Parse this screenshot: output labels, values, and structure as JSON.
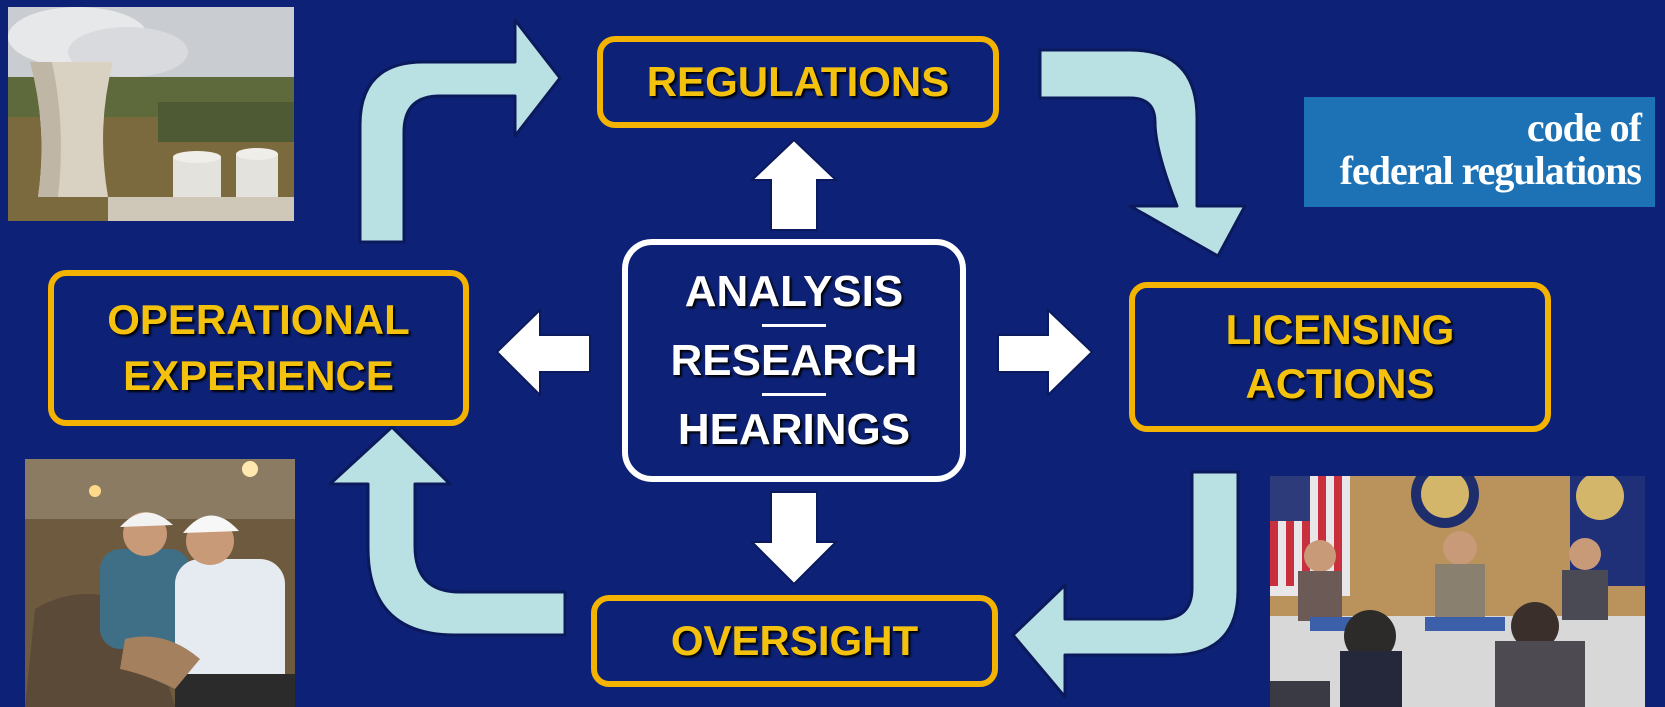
{
  "diagram": {
    "nodes": {
      "regulations": "REGULATIONS",
      "licensing": [
        "LICENSING",
        "ACTIONS"
      ],
      "oversight": "OVERSIGHT",
      "operational": [
        "OPERATIONAL",
        "EXPERIENCE"
      ],
      "center": [
        "ANALYSIS",
        "RESEARCH",
        "HEARINGS"
      ]
    },
    "cycle_order": [
      "REGULATIONS",
      "LICENSING ACTIONS",
      "OVERSIGHT",
      "OPERATIONAL EXPERIENCE"
    ]
  },
  "logo": {
    "line1": "code of",
    "line2": "federal regulations"
  },
  "colors": {
    "background": "#0d2276",
    "box_border": "#f4b300",
    "box_text": "#f4c20d",
    "cycle_arrow": "#b9e0e3",
    "center_border": "#ffffff",
    "logo_background": "#1d72b6"
  }
}
